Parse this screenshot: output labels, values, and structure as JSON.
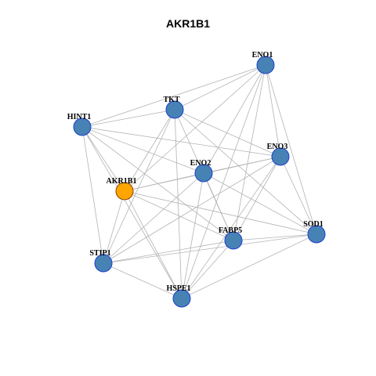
{
  "title": "AKR1B1",
  "colors": {
    "default_node": "#4682B4",
    "default_border": "#1E3FCC",
    "focus_node": "#FFA500",
    "focus_border": "#8B4500",
    "edge": "#B3B3B3"
  },
  "nodes": [
    {
      "id": "ENO1",
      "label": "ENO1",
      "focus": false
    },
    {
      "id": "TKT",
      "label": "TKT",
      "focus": false
    },
    {
      "id": "HINT1",
      "label": "HINT1",
      "focus": false
    },
    {
      "id": "ENO3",
      "label": "ENO3",
      "focus": false
    },
    {
      "id": "ENO2",
      "label": "ENO2",
      "focus": false
    },
    {
      "id": "AKR1B1",
      "label": "AKR1B1",
      "focus": true
    },
    {
      "id": "SOD1",
      "label": "SOD1",
      "focus": false
    },
    {
      "id": "FABP5",
      "label": "FABP5",
      "focus": false
    },
    {
      "id": "STIP1",
      "label": "STIP1",
      "focus": false
    },
    {
      "id": "HSPE1",
      "label": "HSPE1",
      "focus": false
    }
  ],
  "edges": [
    [
      "HINT1",
      "ENO1"
    ],
    [
      "HINT1",
      "TKT"
    ],
    [
      "HINT1",
      "ENO3"
    ],
    [
      "HINT1",
      "ENO2"
    ],
    [
      "HINT1",
      "FABP5"
    ],
    [
      "HINT1",
      "STIP1"
    ],
    [
      "HINT1",
      "HSPE1"
    ],
    [
      "HINT1",
      "AKR1B1"
    ],
    [
      "TKT",
      "ENO1"
    ],
    [
      "TKT",
      "ENO3"
    ],
    [
      "TKT",
      "FABP5"
    ],
    [
      "TKT",
      "STIP1"
    ],
    [
      "TKT",
      "HSPE1"
    ],
    [
      "TKT",
      "AKR1B1"
    ],
    [
      "TKT",
      "SOD1"
    ],
    [
      "ENO1",
      "ENO3"
    ],
    [
      "ENO1",
      "ENO2"
    ],
    [
      "ENO1",
      "SOD1"
    ],
    [
      "ENO1",
      "FABP5"
    ],
    [
      "ENO1",
      "HSPE1"
    ],
    [
      "ENO1",
      "AKR1B1"
    ],
    [
      "ENO3",
      "ENO2"
    ],
    [
      "ENO3",
      "SOD1"
    ],
    [
      "ENO3",
      "FABP5"
    ],
    [
      "ENO3",
      "AKR1B1"
    ],
    [
      "ENO3",
      "STIP1"
    ],
    [
      "ENO3",
      "HSPE1"
    ],
    [
      "ENO2",
      "AKR1B1"
    ],
    [
      "ENO2",
      "SOD1"
    ],
    [
      "ENO2",
      "STIP1"
    ],
    [
      "ENO2",
      "HSPE1"
    ],
    [
      "ENO2",
      "FABP5"
    ],
    [
      "AKR1B1",
      "FABP5"
    ],
    [
      "AKR1B1",
      "SOD1"
    ],
    [
      "AKR1B1",
      "STIP1"
    ],
    [
      "AKR1B1",
      "HSPE1"
    ],
    [
      "FABP5",
      "SOD1"
    ],
    [
      "FABP5",
      "STIP1"
    ],
    [
      "FABP5",
      "HSPE1"
    ],
    [
      "SOD1",
      "STIP1"
    ],
    [
      "SOD1",
      "HSPE1"
    ],
    [
      "STIP1",
      "HSPE1"
    ]
  ]
}
